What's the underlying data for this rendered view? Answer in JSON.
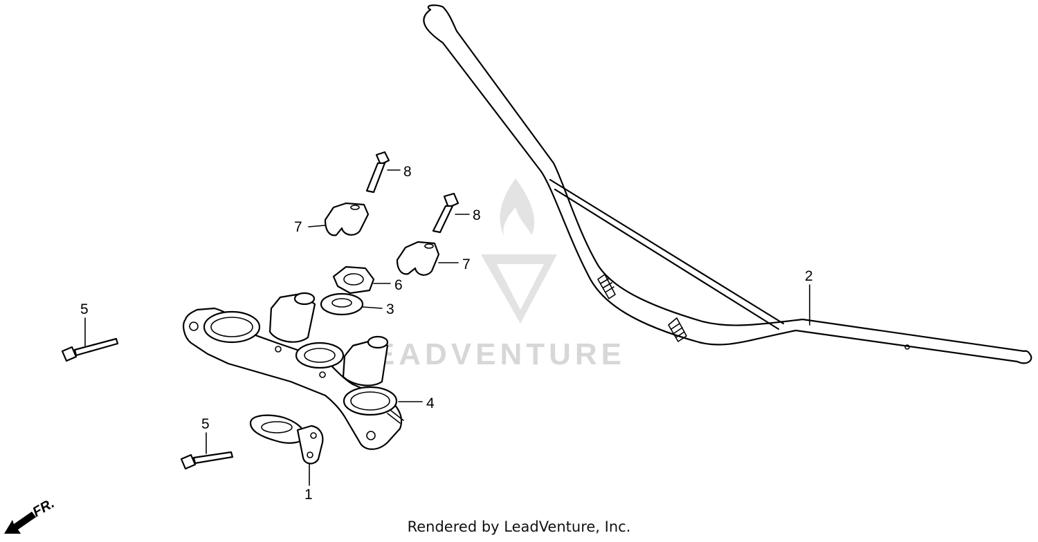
{
  "callouts": [
    {
      "id": "1",
      "label": "1"
    },
    {
      "id": "2",
      "label": "2"
    },
    {
      "id": "3",
      "label": "3"
    },
    {
      "id": "4",
      "label": "4"
    },
    {
      "id": "5a",
      "label": "5"
    },
    {
      "id": "5b",
      "label": "5"
    },
    {
      "id": "6",
      "label": "6"
    },
    {
      "id": "7a",
      "label": "7"
    },
    {
      "id": "7b",
      "label": "7"
    },
    {
      "id": "8a",
      "label": "8"
    },
    {
      "id": "8b",
      "label": "8"
    }
  ],
  "direction_marker": {
    "label": "FR."
  },
  "watermark": {
    "text": "LEADVENTURE",
    "color": "#d7d7d7"
  },
  "footer": {
    "text": "Rendered by LeadVenture, Inc."
  }
}
